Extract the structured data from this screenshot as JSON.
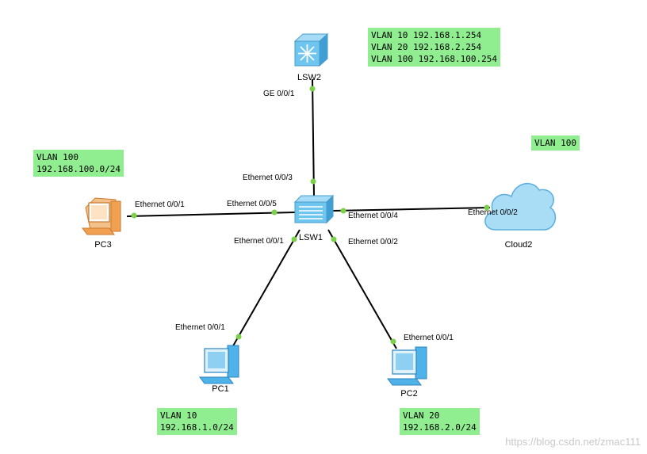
{
  "devices": {
    "lsw2": "LSW2",
    "lsw1": "LSW1",
    "pc1": "PC1",
    "pc2": "PC2",
    "pc3": "PC3",
    "cloud2": "Cloud2"
  },
  "ports": {
    "lsw2_ge001": "GE 0/0/1",
    "lsw1_e003": "Ethernet 0/0/3",
    "lsw1_e005": "Ethernet 0/0/5",
    "pc3_e001": "Ethernet 0/0/1",
    "lsw1_e004": "Ethernet 0/0/4",
    "cloud2_e002": "Ethernet 0/0/2",
    "lsw1_e001": "Ethernet 0/0/1",
    "lsw1_e002": "Ethernet 0/0/2",
    "pc1_e001": "Ethernet 0/0/1",
    "pc2_e001": "Ethernet 0/0/1"
  },
  "notes": {
    "gateway": [
      "VLAN 10 192.168.1.254",
      "VLAN 20 192.168.2.254",
      "VLAN 100 192.168.100.254"
    ],
    "cloud_vlan": "VLAN 100",
    "pc3_net": [
      "VLAN 100",
      "192.168.100.0/24"
    ],
    "pc1_net": [
      "VLAN 10",
      "192.168.1.0/24"
    ],
    "pc2_net": [
      "VLAN 20",
      "192.168.2.0/24"
    ]
  },
  "watermark": "https://blog.csdn.net/zmac111",
  "colors": {
    "note_bg": "#90ee90",
    "link": "#000000",
    "port_dot": "#7cd14a",
    "switch_blue": "#6ec6f0",
    "pc_blue": "#4fb3ea",
    "pc3_orange": "#f0a050",
    "cloud_blue": "#a9dcf5"
  },
  "icons": [
    "l3-switch-icon",
    "l2-switch-icon",
    "pc-icon",
    "cloud-icon"
  ]
}
